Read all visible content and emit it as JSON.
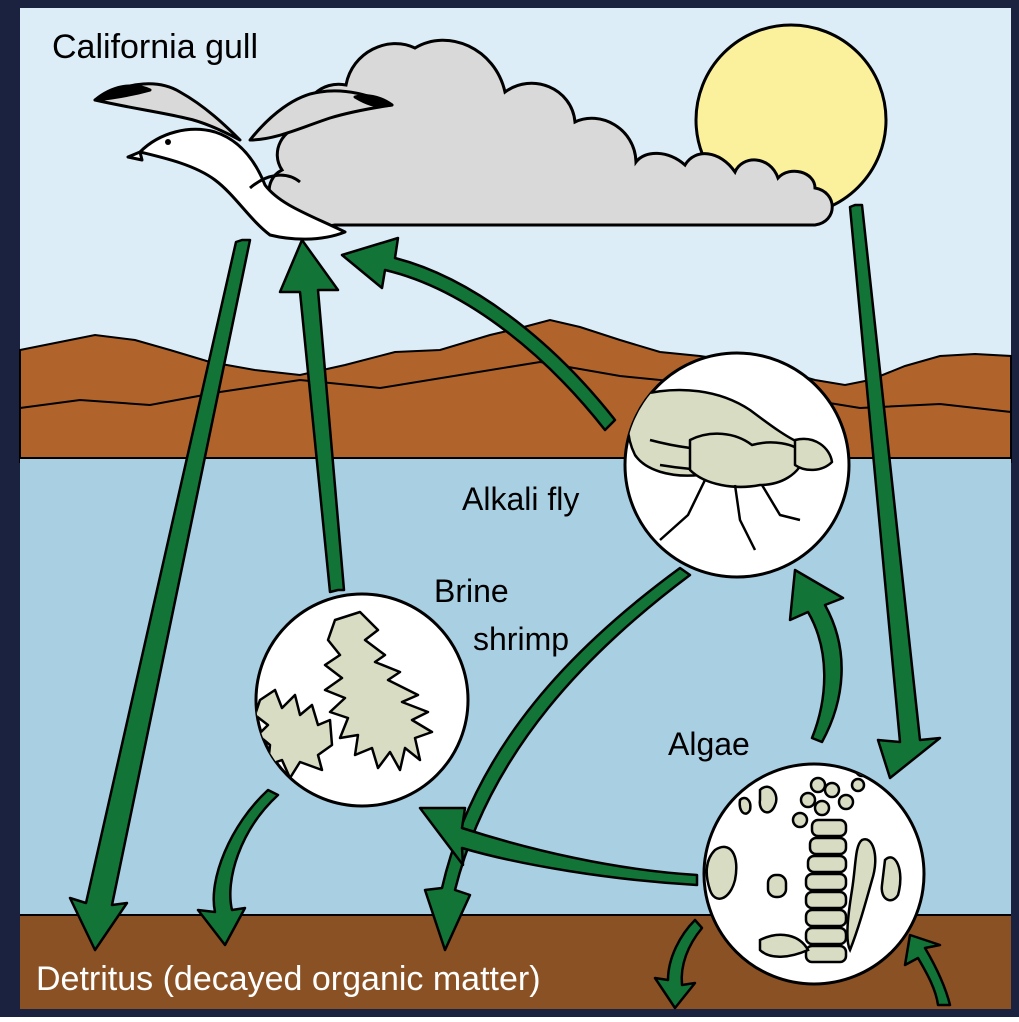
{
  "labels": {
    "gull": "California gull",
    "fly": "Alkali fly",
    "shrimp_line1": "Brine",
    "shrimp_line2": "shrimp",
    "algae": "Algae",
    "detritus": "Detritus (decayed organic matter)"
  },
  "colors": {
    "sky": "#dcedf8",
    "water": "#a9cfe3",
    "mountains": "#b0632a",
    "sediment": "#8a5124",
    "arrow": "#127436",
    "sun": "#fbf19c",
    "cloud": "#d9d9d9",
    "organism": "#d8dcc2",
    "frame": "#1b2240"
  },
  "icons": {
    "gull": "gull-icon",
    "sun": "sun-icon",
    "cloud": "cloud-icon",
    "fly": "alkali-fly-icon",
    "shrimp": "brine-shrimp-icon",
    "algae": "algae-icon"
  }
}
